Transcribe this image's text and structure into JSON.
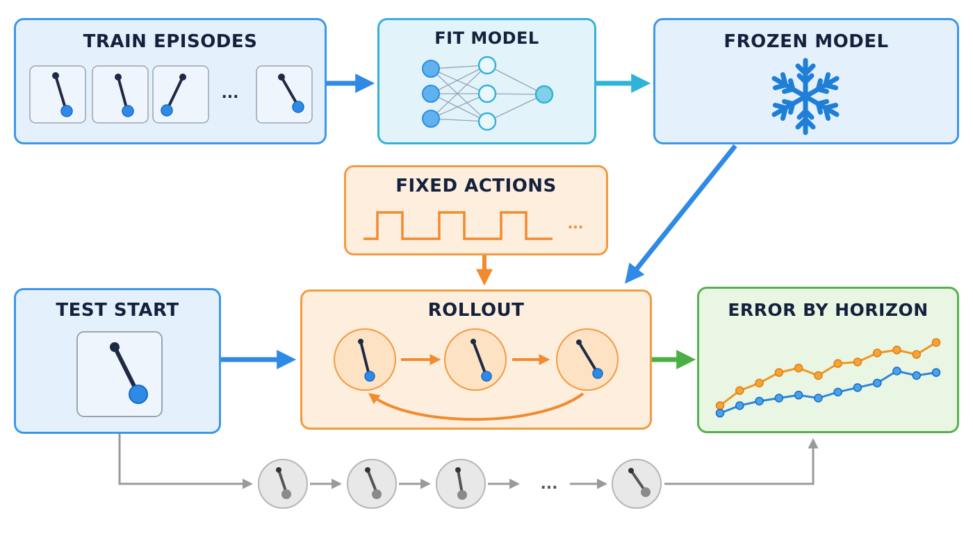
{
  "nodes": {
    "train_episodes": {
      "title": "TRAIN EPISODES",
      "ellipsis": "..."
    },
    "fit_model": {
      "title": "FIT MODEL"
    },
    "frozen_model": {
      "title": "FROZEN MODEL"
    },
    "fixed_actions": {
      "title": "FIXED ACTIONS",
      "ellipsis": "..."
    },
    "test_start": {
      "title": "TEST START"
    },
    "rollout": {
      "title": "ROLLOUT"
    },
    "error_by_horizon": {
      "title": "ERROR BY HORIZON"
    }
  },
  "ground_truth_chain": {
    "ellipsis": "..."
  },
  "icons": {
    "pendulum": "pendulum-icon",
    "network": "neural-network-icon",
    "snowflake": "snowflake-icon",
    "square_wave": "square-wave-icon",
    "line_chart": "line-chart-icon"
  },
  "colors": {
    "blue": "#3b97e8",
    "teal": "#35b1d8",
    "orange": "#f39a40",
    "green": "#55b150",
    "gray": "#9a9a9a",
    "navy": "#14213d"
  },
  "chart_data": {
    "type": "line",
    "title": "",
    "x": [
      1,
      2,
      3,
      4,
      5,
      6,
      7,
      8,
      9,
      10,
      11,
      12
    ],
    "series": [
      {
        "values": [
          1.0,
          2.0,
          2.5,
          3.2,
          3.5,
          3.0,
          3.8,
          3.9,
          4.5,
          4.7,
          4.4,
          5.2
        ]
      },
      {
        "values": [
          0.5,
          1.0,
          1.3,
          1.5,
          1.7,
          1.5,
          1.9,
          2.2,
          2.5,
          3.3,
          3.0,
          3.2
        ]
      }
    ],
    "xlabel": "",
    "ylabel": "",
    "ylim": [
      0,
      6
    ],
    "grid": false
  }
}
